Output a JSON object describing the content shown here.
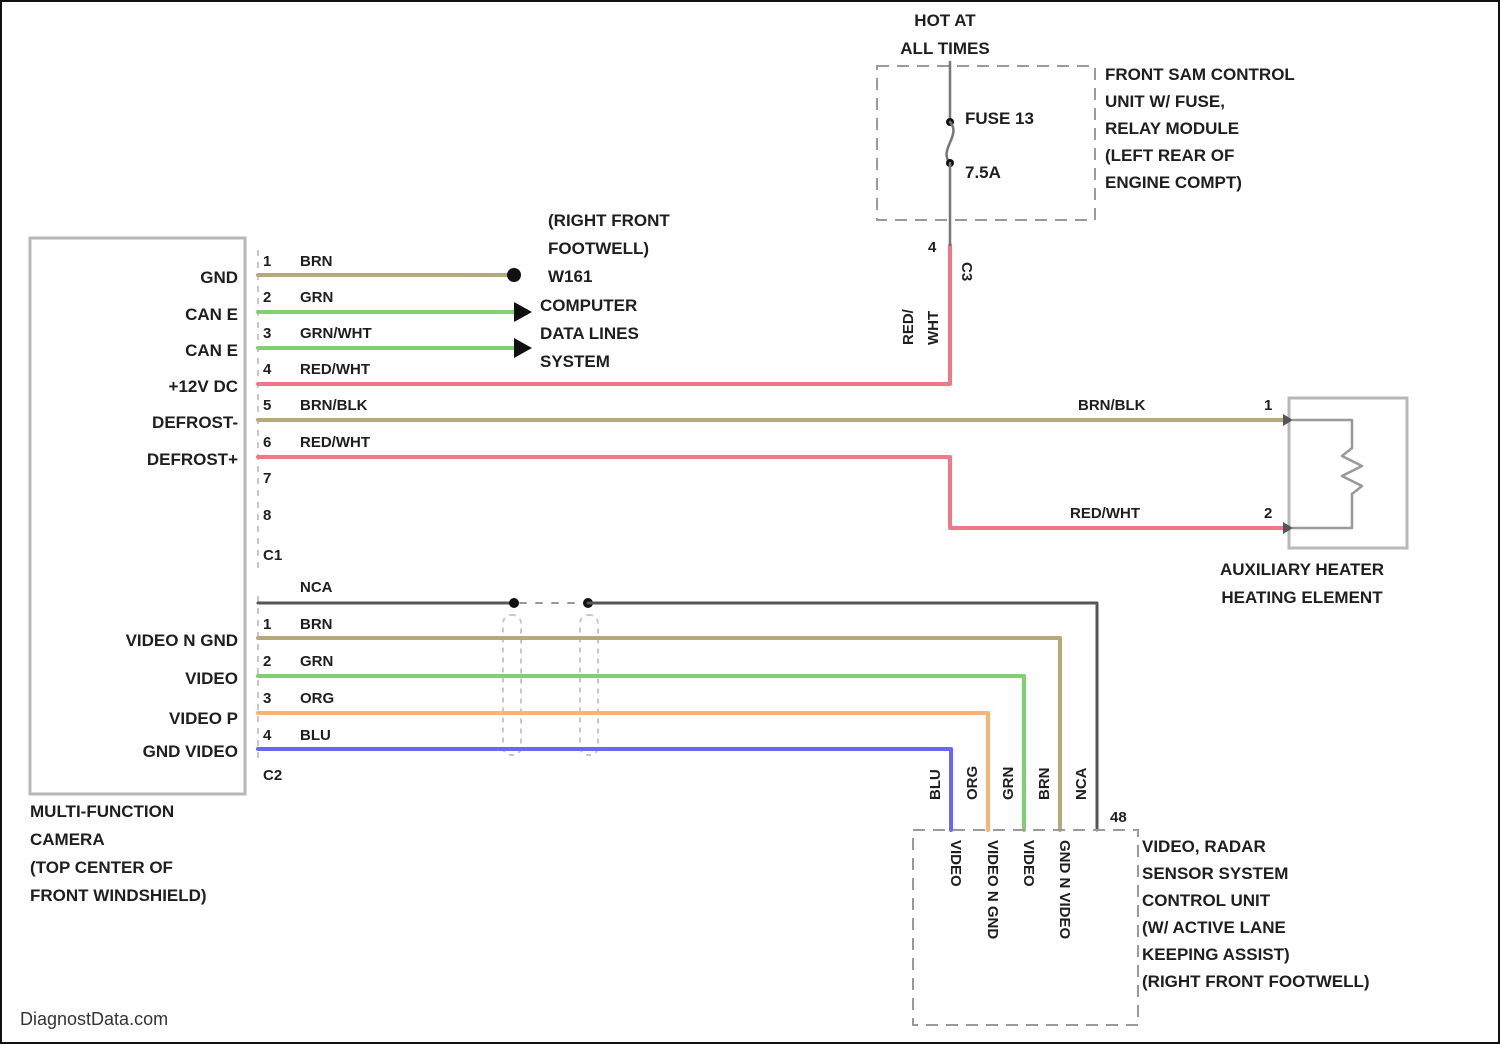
{
  "watermark": "DiagnostData.com",
  "colors": {
    "BRN": "#b8a878",
    "GRN": "#7fd070",
    "RED": "#f07888",
    "BRN_BLK": "#b8a878",
    "ORG": "#f8b470",
    "BLU": "#6868f0",
    "SHIELD": "#555555"
  },
  "power": {
    "hot": [
      "HOT AT",
      "ALL TIMES"
    ],
    "module_label": [
      "FRONT SAM CONTROL",
      "UNIT W/ FUSE,",
      "RELAY MODULE",
      "(LEFT REAR OF",
      "ENGINE COMPT)"
    ],
    "fuse_name": "FUSE 13",
    "fuse_rating": "7.5A",
    "pin": "4",
    "conn": "C3",
    "vertical_wire": [
      "RED/",
      "WHT"
    ]
  },
  "camera": {
    "label": [
      "MULTI-FUNCTION",
      "CAMERA",
      "(TOP CENTER OF",
      "FRONT WINDSHIELD)"
    ],
    "c1_pins": [
      {
        "pin": "1",
        "name": "GND",
        "wire": "BRN"
      },
      {
        "pin": "2",
        "name": "CAN E",
        "wire": "GRN"
      },
      {
        "pin": "3",
        "name": "CAN E",
        "wire": "GRN/WHT"
      },
      {
        "pin": "4",
        "name": "+12V DC",
        "wire": "RED/WHT"
      },
      {
        "pin": "5",
        "name": "DEFROST-",
        "wire": "BRN/BLK"
      },
      {
        "pin": "6",
        "name": "DEFROST+",
        "wire": "RED/WHT"
      },
      {
        "pin": "7",
        "name": "",
        "wire": ""
      },
      {
        "pin": "8",
        "name": "",
        "wire": ""
      }
    ],
    "c1": "C1",
    "nca": "NCA",
    "c2_pins": [
      {
        "pin": "1",
        "name": "VIDEO N GND",
        "wire": "BRN"
      },
      {
        "pin": "2",
        "name": "VIDEO",
        "wire": "GRN"
      },
      {
        "pin": "3",
        "name": "VIDEO P",
        "wire": "ORG"
      },
      {
        "pin": "4",
        "name": "GND VIDEO",
        "wire": "BLU"
      }
    ],
    "c2": "C2"
  },
  "ground": {
    "label": [
      "(RIGHT FRONT",
      "FOOTWELL)",
      "W161"
    ]
  },
  "data_lines": [
    "COMPUTER",
    "DATA LINES",
    "SYSTEM"
  ],
  "heater": {
    "label": [
      "AUXILIARY HEATER",
      "HEATING ELEMENT"
    ],
    "wire1": "BRN/BLK",
    "wire2": "RED/WHT",
    "pin1": "1",
    "pin2": "2"
  },
  "radar": {
    "label": [
      "VIDEO, RADAR",
      "SENSOR SYSTEM",
      "CONTROL UNIT",
      "(W/ ACTIVE LANE",
      "KEEPING ASSIST)",
      "(RIGHT FRONT FOOTWELL)"
    ],
    "pins": [
      "VIDEO",
      "VIDEO N GND",
      "VIDEO",
      "GND N VIDEO"
    ],
    "vertical_wires": [
      "BLU",
      "ORG",
      "GRN",
      "BRN",
      "NCA"
    ],
    "conn": "48"
  }
}
